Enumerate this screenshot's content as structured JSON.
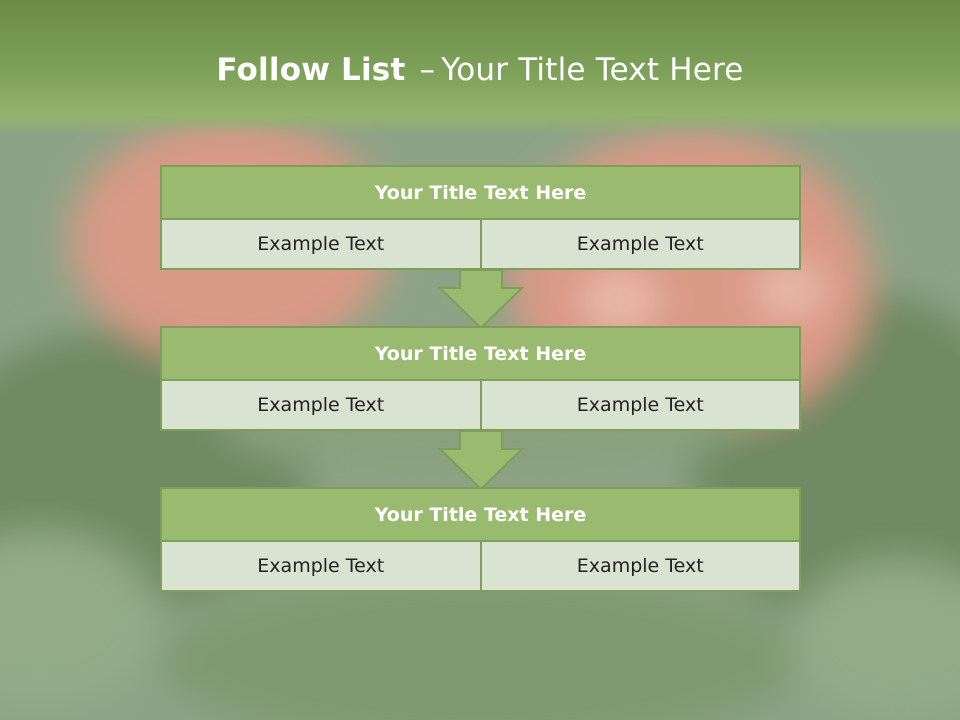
{
  "slide": {
    "title_bold": "Follow List",
    "title_dash": "–",
    "title_rest": "Your Title Text Here"
  },
  "blocks": [
    {
      "title": "Your Title Text Here",
      "cells": [
        "Example Text",
        "Example Text"
      ]
    },
    {
      "title": "Your Title Text Here",
      "cells": [
        "Example Text",
        "Example Text"
      ]
    },
    {
      "title": "Your Title Text Here",
      "cells": [
        "Example Text",
        "Example Text"
      ]
    }
  ],
  "colors": {
    "title_band": "#7ea25a",
    "block_title_fill": "#9aba70",
    "cell_fill": "#d9e3d1",
    "border": "#7e9e5a"
  }
}
